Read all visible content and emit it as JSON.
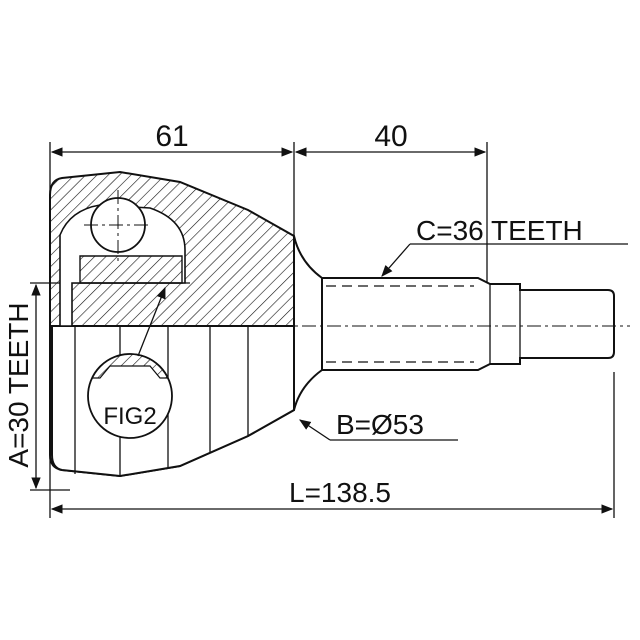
{
  "dimensions": {
    "top_left": "61",
    "top_right": "40",
    "overall_length": "L=138.5",
    "outer_diameter": "B=Ø53",
    "spline_c": "C=36 TEETH",
    "spline_a": "A=30 TEETH"
  },
  "callout": {
    "fig": "FIG2"
  }
}
